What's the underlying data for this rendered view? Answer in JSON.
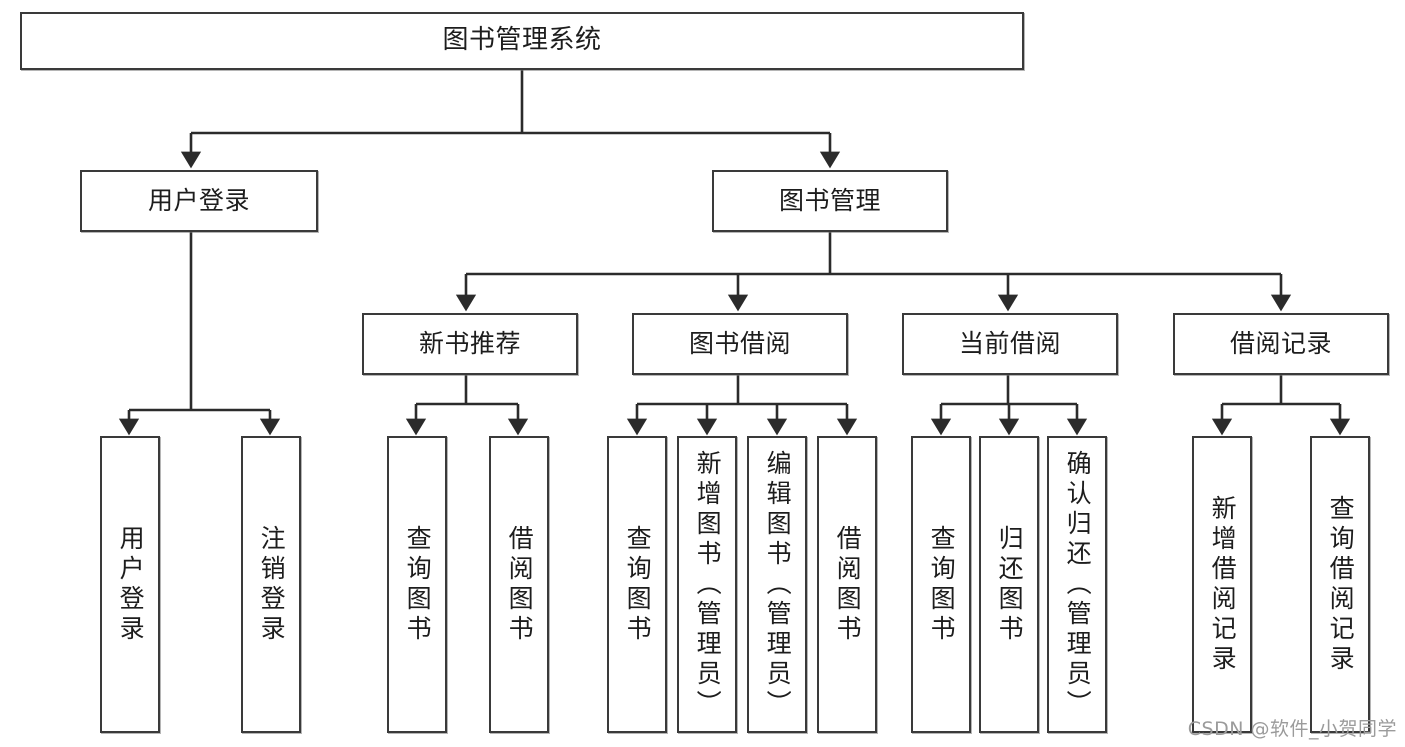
{
  "diagram": {
    "title": "图书管理系统",
    "type": "tree-hierarchy",
    "watermark": "CSDN @软件_小贺同学",
    "colors": {
      "background": "#ffffff",
      "box_border": "#3a3a3a",
      "box_fill": "#ffffff",
      "connector": "#2b2b2b",
      "text": "#1d1d1d",
      "watermark": "#9b9b9b"
    },
    "root": {
      "id": "root",
      "label": "图书管理系统",
      "orientation": "horizontal"
    },
    "level2": [
      {
        "id": "user-login",
        "label": "用户登录",
        "orientation": "horizontal"
      },
      {
        "id": "book-management",
        "label": "图书管理",
        "orientation": "horizontal"
      }
    ],
    "level3": [
      {
        "id": "new-book-recommend",
        "label": "新书推荐",
        "orientation": "horizontal",
        "parent": "book-management"
      },
      {
        "id": "book-borrow",
        "label": "图书借阅",
        "orientation": "horizontal",
        "parent": "book-management"
      },
      {
        "id": "current-borrow",
        "label": "当前借阅",
        "orientation": "horizontal",
        "parent": "book-management"
      },
      {
        "id": "borrow-record",
        "label": "借阅记录",
        "orientation": "horizontal",
        "parent": "book-management"
      }
    ],
    "leaves": [
      {
        "id": "leaf-user-login",
        "label": "用户登录",
        "orientation": "vertical",
        "parent": "user-login"
      },
      {
        "id": "leaf-logout-login",
        "label": "注销登录",
        "orientation": "vertical",
        "parent": "user-login"
      },
      {
        "id": "leaf-query-book-1",
        "label": "查询图书",
        "orientation": "vertical",
        "parent": "new-book-recommend"
      },
      {
        "id": "leaf-borrow-book-1",
        "label": "借阅图书",
        "orientation": "vertical",
        "parent": "new-book-recommend"
      },
      {
        "id": "leaf-query-book-2",
        "label": "查询图书",
        "orientation": "vertical",
        "parent": "book-borrow"
      },
      {
        "id": "leaf-add-book",
        "label": "新增图书（管理员）",
        "orientation": "vertical",
        "parent": "book-borrow"
      },
      {
        "id": "leaf-edit-book",
        "label": "编辑图书（管理员）",
        "orientation": "vertical",
        "parent": "book-borrow"
      },
      {
        "id": "leaf-borrow-book-2",
        "label": "借阅图书",
        "orientation": "vertical",
        "parent": "book-borrow"
      },
      {
        "id": "leaf-query-book-3",
        "label": "查询图书",
        "orientation": "vertical",
        "parent": "current-borrow"
      },
      {
        "id": "leaf-return-book",
        "label": "归还图书",
        "orientation": "vertical",
        "parent": "current-borrow"
      },
      {
        "id": "leaf-confirm-return",
        "label": "确认归还（管理员）",
        "orientation": "vertical",
        "parent": "current-borrow"
      },
      {
        "id": "leaf-add-record",
        "label": "新增借阅记录",
        "orientation": "vertical",
        "parent": "borrow-record"
      },
      {
        "id": "leaf-query-record",
        "label": "查询借阅记录",
        "orientation": "vertical",
        "parent": "borrow-record"
      }
    ]
  }
}
